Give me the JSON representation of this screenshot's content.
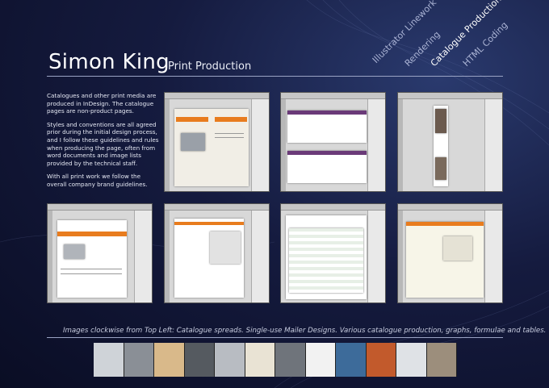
{
  "header": {
    "name": "Simon King",
    "subtitle": "Print Production"
  },
  "nav": [
    {
      "label": "Illustrator Linework",
      "active": false
    },
    {
      "label": "Rendering",
      "active": false
    },
    {
      "label": "Catalogue Production",
      "active": true
    },
    {
      "label": "HTML Coding",
      "active": false
    }
  ],
  "intro": [
    "Catalogues and other print media are produced in InDesign. The catalogue pages are non-product pages.",
    "Styles and conventions are all agreed prior during the initial design process, and I follow these guidelines and rules when producing the page, often from word documents and image lists provided by the technical staff.",
    "With all print work we follow the overall company brand guidelines."
  ],
  "caption": "Images clockwise from Top Left: Catalogue spreads. Single-use Mailer Designs. Various catalogue production, graphs, formulae and tables.",
  "strip_colors": [
    "#cfd3d8",
    "#8a8f96",
    "#d9b98a",
    "#555a60",
    "#b8bcc2",
    "#e9e3d4",
    "#6f747b",
    "#f2f2f2",
    "#3d6b9a",
    "#c25a2c",
    "#dfe2e6",
    "#9c8e7c"
  ]
}
